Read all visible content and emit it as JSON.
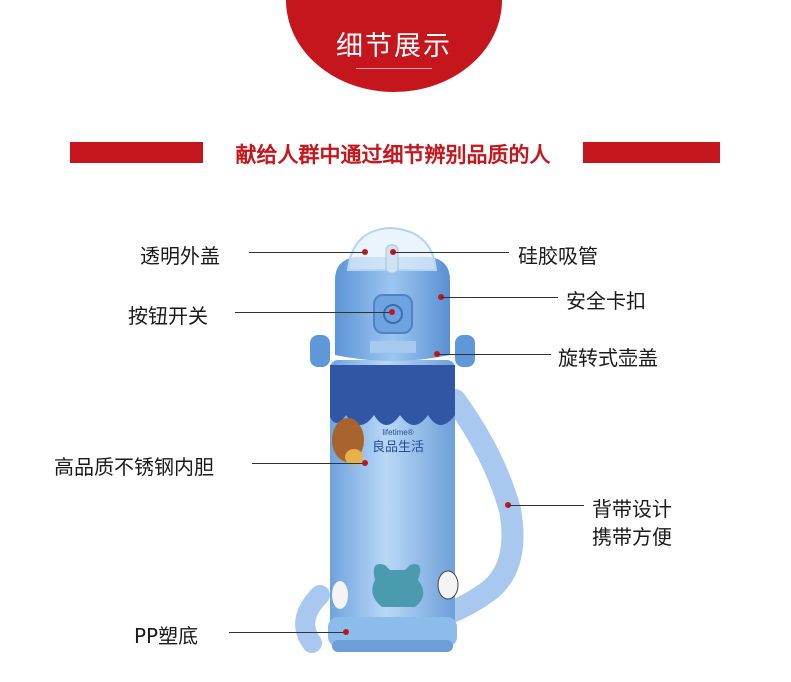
{
  "header": {
    "section_title": "细节展示",
    "slogan": "献给人群中通过细节辨别品质的人"
  },
  "brand": {
    "logo_text": "良品生活",
    "logo_small": "lifetime®"
  },
  "labels": {
    "transparent_cover": "透明外盖",
    "silicone_straw": "硅胶吸管",
    "safety_clip": "安全卡扣",
    "push_button": "按钮开关",
    "rotating_lid": "旋转式壶盖",
    "stainless_liner": "高品质不锈钢内胆",
    "strap_line1": "背带设计",
    "strap_line2": "携带方便",
    "pp_base": "PP塑底"
  },
  "colors": {
    "accent": "#c4161c",
    "bottle_blue": "#7fb3e8",
    "strap": "#a9c8ef"
  }
}
